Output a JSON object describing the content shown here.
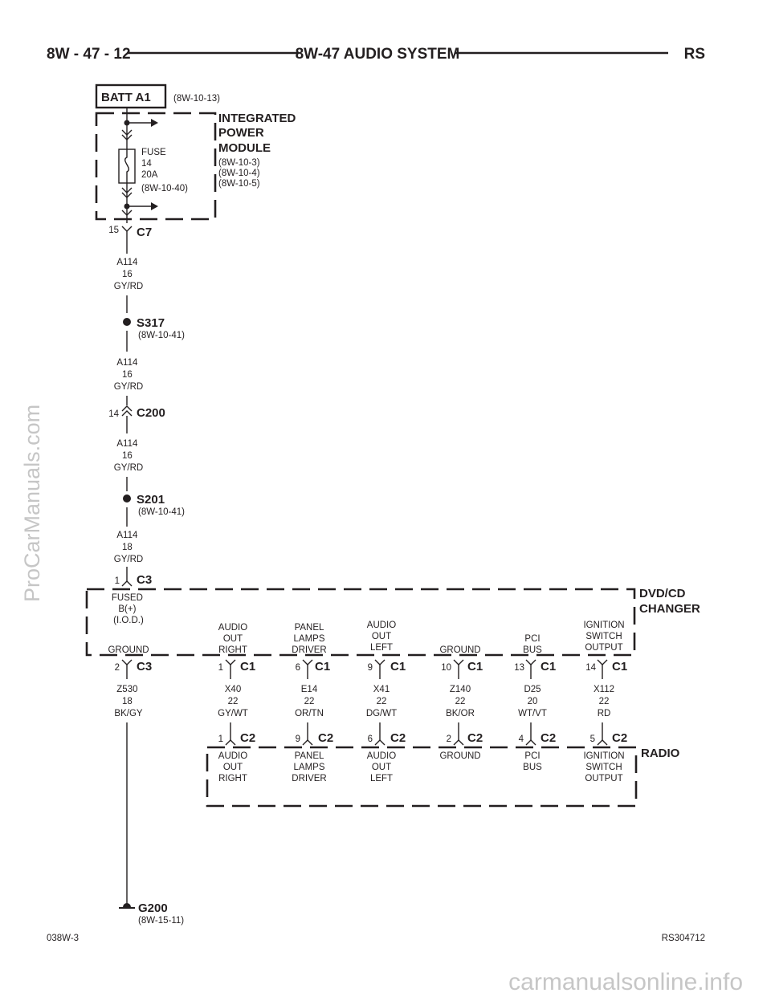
{
  "header": {
    "left": "8W - 47 - 12",
    "center": "8W-47 AUDIO SYSTEM",
    "right": "RS"
  },
  "batt": {
    "label": "BATT A1",
    "ref": "(8W-10-13)"
  },
  "ipm": {
    "name_lines": [
      "INTEGRATED",
      "POWER",
      "MODULE"
    ],
    "refs": [
      "(8W-10-3)",
      "(8W-10-4)",
      "(8W-10-5)"
    ]
  },
  "fuse": {
    "lines": [
      "FUSE",
      "14",
      "20A",
      "(8W-10-40)"
    ]
  },
  "c7": {
    "pin": "15",
    "name": "C7"
  },
  "wire1": {
    "lines": [
      "A114",
      "16",
      "GY/RD"
    ]
  },
  "s317": {
    "name": "S317",
    "ref": "(8W-10-41)"
  },
  "wire2": {
    "lines": [
      "A114",
      "16",
      "GY/RD"
    ]
  },
  "c200": {
    "pin": "14",
    "name": "C200"
  },
  "wire3": {
    "lines": [
      "A114",
      "16",
      "GY/RD"
    ]
  },
  "s201": {
    "name": "S201",
    "ref": "(8W-10-41)"
  },
  "wire4": {
    "lines": [
      "A114",
      "18",
      "GY/RD"
    ]
  },
  "c3_top": {
    "pin": "1",
    "name": "C3",
    "label_lines": [
      "FUSED",
      "B(+)",
      "(I.O.D.)"
    ]
  },
  "dvd": {
    "name_lines": [
      "DVD/CD",
      "CHANGER"
    ]
  },
  "ground_col": {
    "top_label": "GROUND",
    "pin": "2",
    "name": "C3",
    "wire_lines": [
      "Z530",
      "18",
      "BK/GY"
    ]
  },
  "columns": [
    {
      "top": [
        "AUDIO",
        "OUT",
        "RIGHT"
      ],
      "c1_pin": "1",
      "c1": "C1",
      "wire": [
        "X40",
        "22",
        "GY/WT"
      ],
      "c2_pin": "1",
      "c2": "C2",
      "bottom": [
        "AUDIO",
        "OUT",
        "RIGHT"
      ]
    },
    {
      "top": [
        "PANEL",
        "LAMPS",
        "DRIVER"
      ],
      "c1_pin": "6",
      "c1": "C1",
      "wire": [
        "E14",
        "22",
        "OR/TN"
      ],
      "c2_pin": "9",
      "c2": "C2",
      "bottom": [
        "PANEL",
        "LAMPS",
        "DRIVER"
      ]
    },
    {
      "top": [
        "AUDIO",
        "OUT",
        "LEFT"
      ],
      "c1_pin": "9",
      "c1": "C1",
      "wire": [
        "X41",
        "22",
        "DG/WT"
      ],
      "c2_pin": "6",
      "c2": "C2",
      "bottom": [
        "AUDIO",
        "OUT",
        "LEFT"
      ]
    },
    {
      "top": [
        "GROUND"
      ],
      "c1_pin": "10",
      "c1": "C1",
      "wire": [
        "Z140",
        "22",
        "BK/OR"
      ],
      "c2_pin": "2",
      "c2": "C2",
      "bottom": [
        "GROUND"
      ]
    },
    {
      "top": [
        "PCI",
        "BUS"
      ],
      "c1_pin": "13",
      "c1": "C1",
      "wire": [
        "D25",
        "20",
        "WT/VT"
      ],
      "c2_pin": "4",
      "c2": "C2",
      "bottom": [
        "PCI",
        "BUS"
      ]
    },
    {
      "top": [
        "IGNITION",
        "SWITCH",
        "OUTPUT"
      ],
      "c1_pin": "14",
      "c1": "C1",
      "wire": [
        "X112",
        "22",
        "RD"
      ],
      "c2_pin": "5",
      "c2": "C2",
      "bottom": [
        "IGNITION",
        "SWITCH",
        "OUTPUT"
      ]
    }
  ],
  "radio": {
    "name": "RADIO"
  },
  "g200": {
    "name": "G200",
    "ref": "(8W-15-11)"
  },
  "footer": {
    "left": "038W-3",
    "right": "RS304712"
  },
  "watermarks": {
    "side": "ProCarManuals.com",
    "bottom": "carmanualsonline.info"
  }
}
